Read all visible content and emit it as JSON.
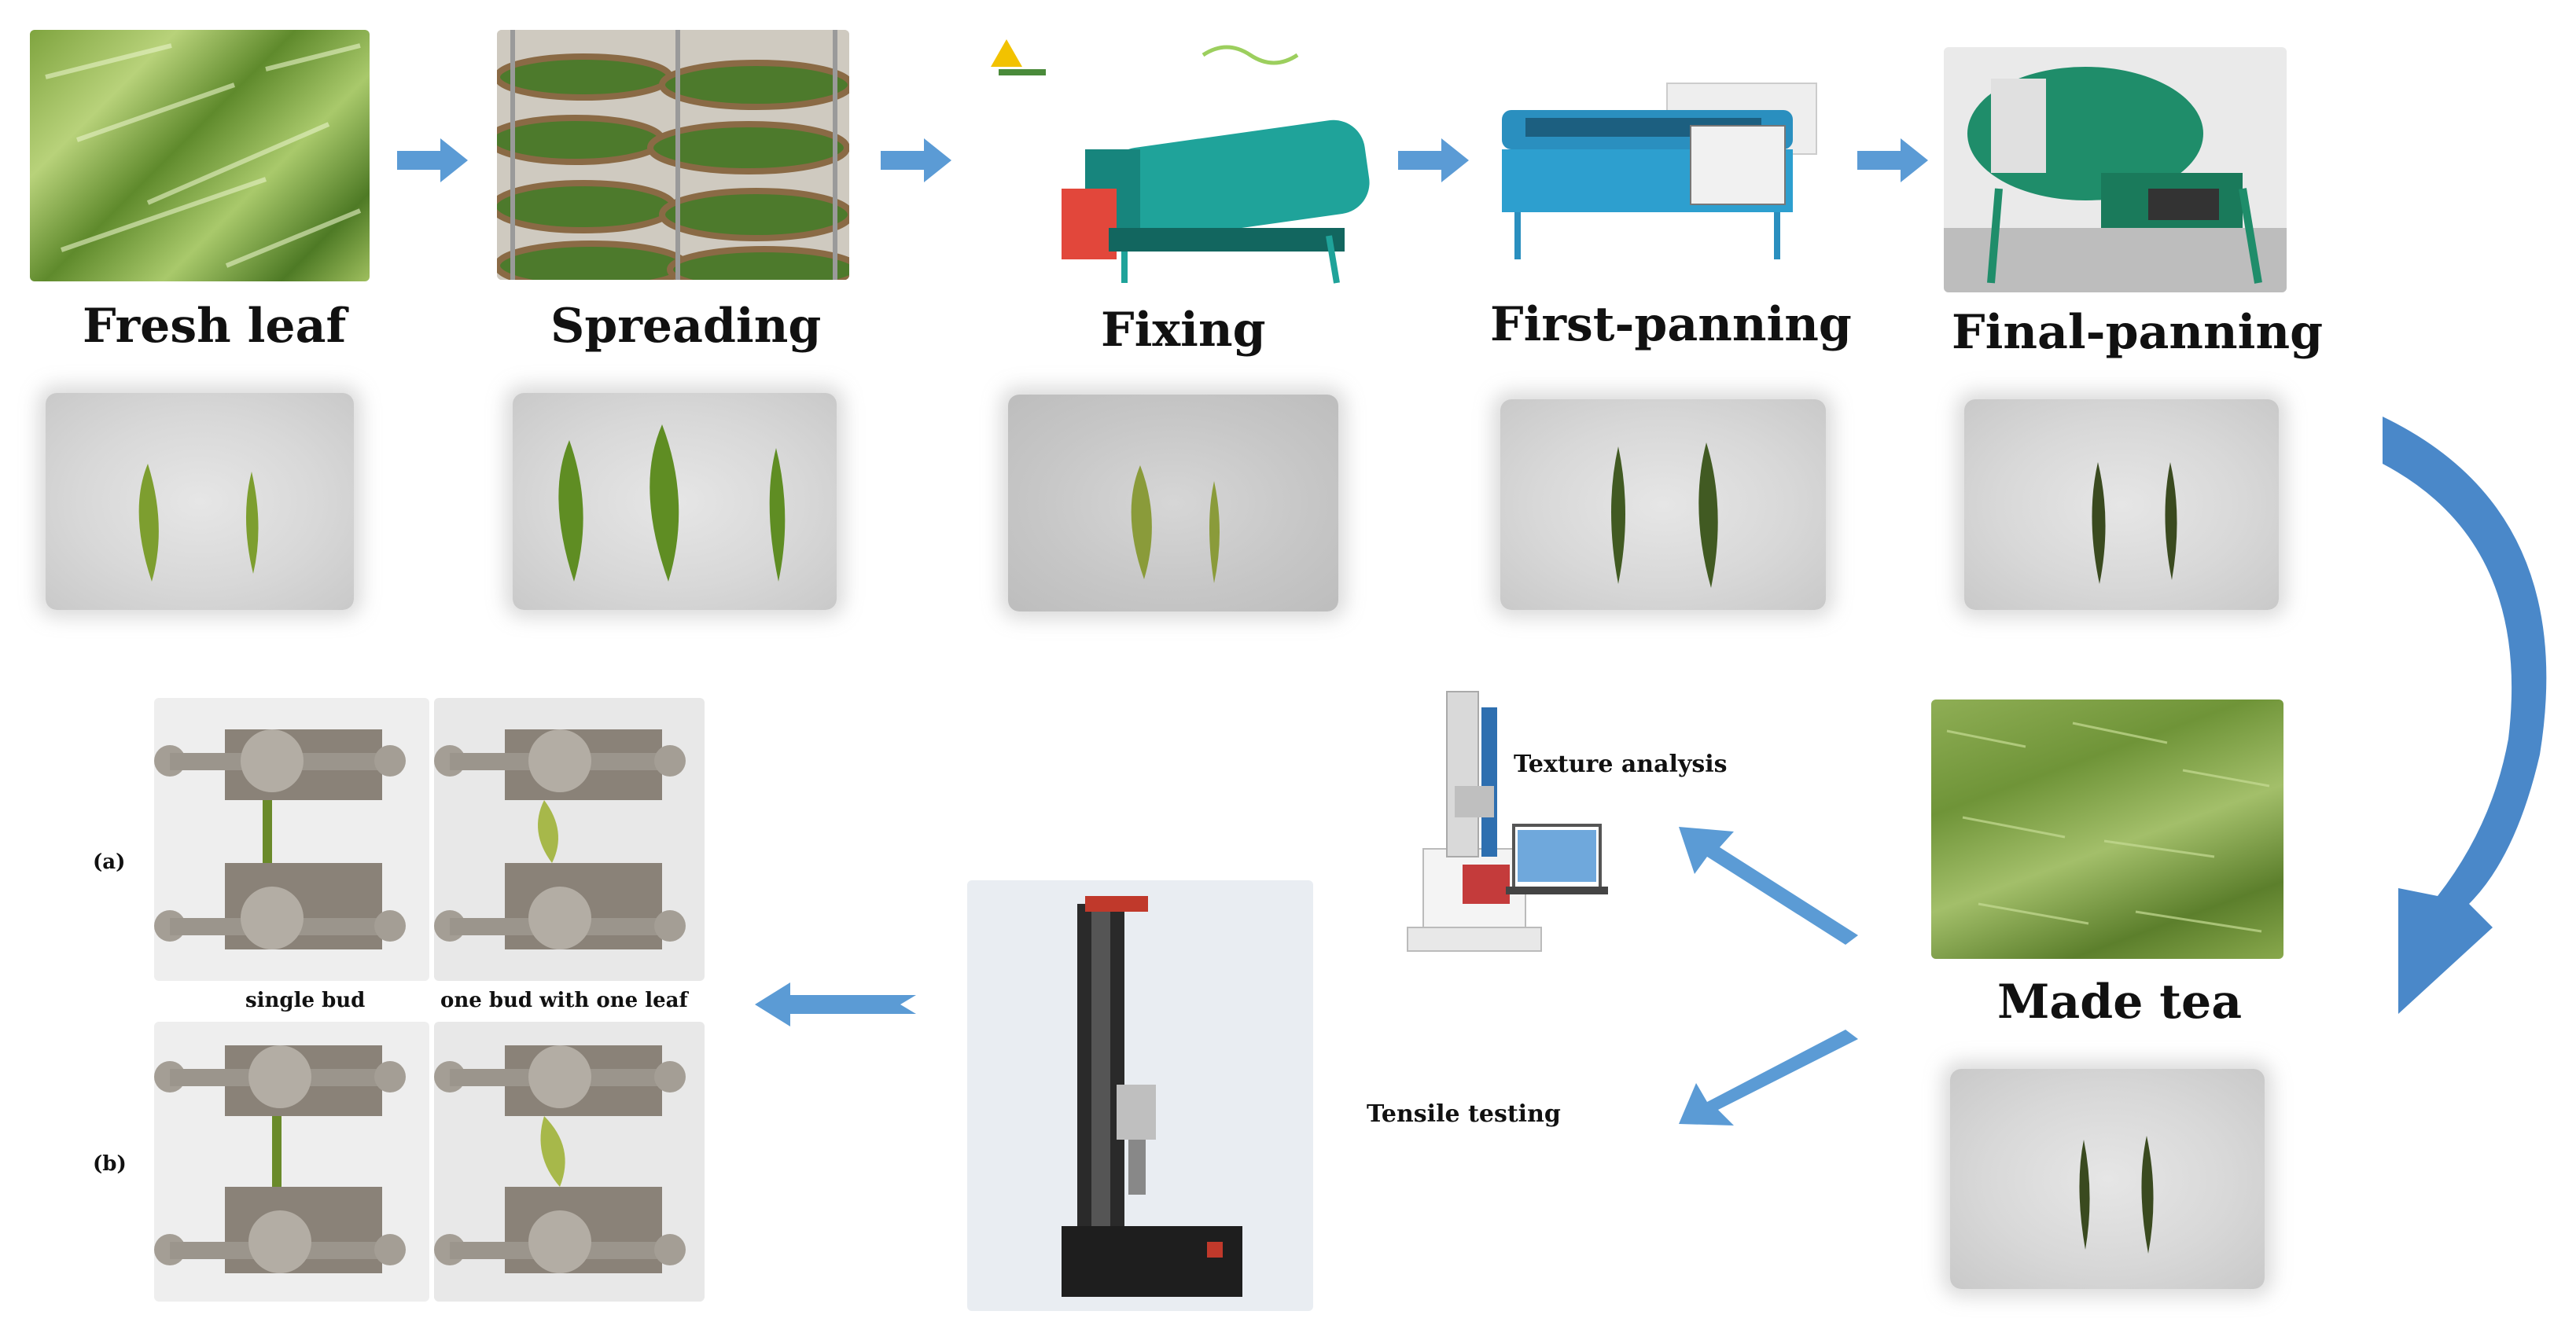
{
  "steps": {
    "fresh_leaf": "Fresh leaf",
    "spreading": "Spreading",
    "fixing": "Fixing",
    "first_panning": "First-panning",
    "final_panning": "Final-panning",
    "made_tea": "Made tea"
  },
  "analysis": {
    "texture": "Texture analysis",
    "tensile": "Tensile testing"
  },
  "clamps": {
    "panel_a": "(a)",
    "panel_b": "(b)",
    "single_bud": "single bud",
    "bud_leaf": "one bud with one leaf"
  },
  "colors": {
    "arrow": "#5b9bd5",
    "leaf": "#6f8f2a",
    "dark_leaf": "#3f4f22",
    "machine_teal": "#1fa39a"
  }
}
